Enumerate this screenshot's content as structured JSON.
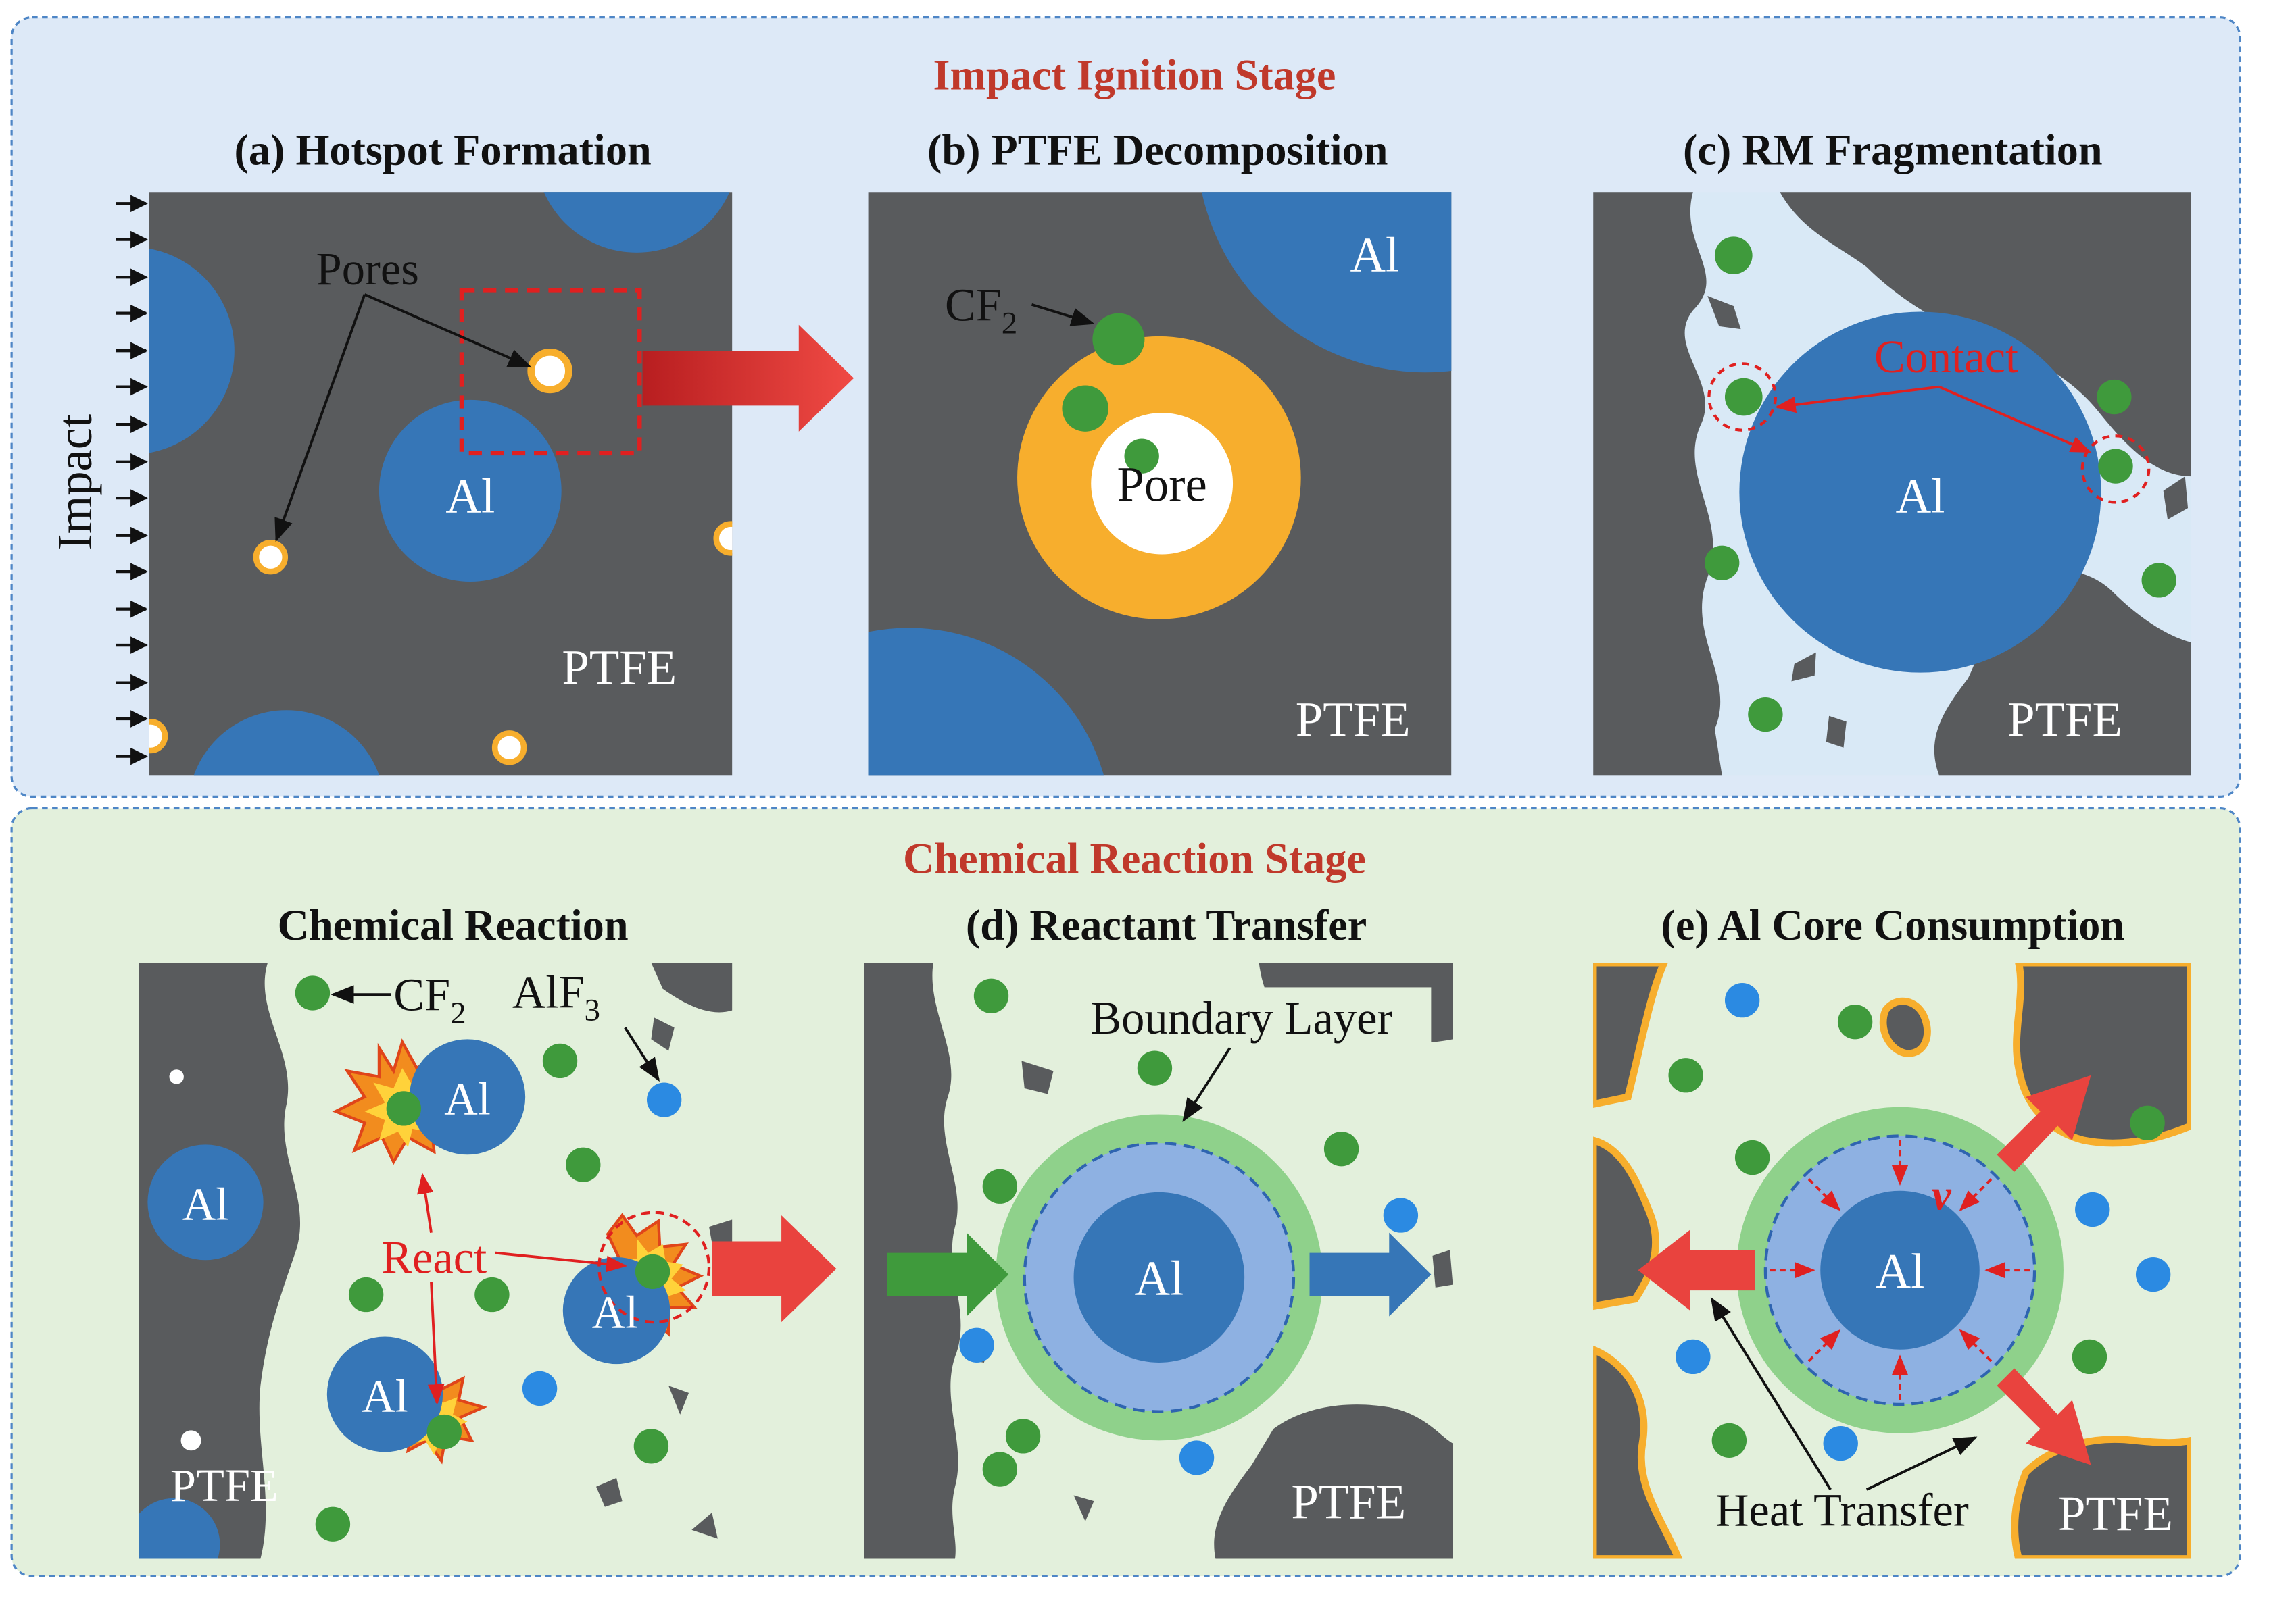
{
  "stages": {
    "ignition": "Impact Ignition Stage",
    "reaction": "Chemical Reaction Stage"
  },
  "panels": {
    "a": {
      "title": "(a) Hotspot  Formation",
      "pores_label": "Pores",
      "al_label": "Al",
      "ptfe_label": "PTFE",
      "impact_label": "Impact"
    },
    "b": {
      "title": "(b) PTFE Decomposition",
      "al_label": "Al",
      "cf2_base": "CF",
      "cf2_sub": "2",
      "pore_label": "Pore",
      "ptfe_label": "PTFE"
    },
    "c": {
      "title": "(c) RM Fragmentation",
      "contact_label": "Contact",
      "al_label": "Al",
      "ptfe_label": "PTFE"
    },
    "chem": {
      "title": "Chemical Reaction",
      "cf2_base": "CF",
      "cf2_sub": "2",
      "alf3_base": "AlF",
      "alf3_sub": "3",
      "al_label": "Al",
      "react_label": "React",
      "ptfe_label": "PTFE"
    },
    "d": {
      "title": "(d) Reactant  Transfer",
      "boundary_label": "Boundary Layer",
      "al_label": "Al",
      "ptfe_label": "PTFE"
    },
    "e": {
      "title": "(e) Al Core Consumption",
      "v_label": "v",
      "al_label": "Al",
      "heat_label": "Heat Transfer",
      "ptfe_label": "PTFE"
    }
  },
  "colors": {
    "ptfe": "#595b5d",
    "al": "#3676b7",
    "cf2": "#3f9a3c",
    "alf3": "#2b8ae2",
    "hotspot": "#f7ae2d",
    "arrow_red": "#e9433e",
    "title_red": "#c0392b",
    "bg_top": "#dde9f7",
    "bg_bottom": "#e3f0dc"
  }
}
